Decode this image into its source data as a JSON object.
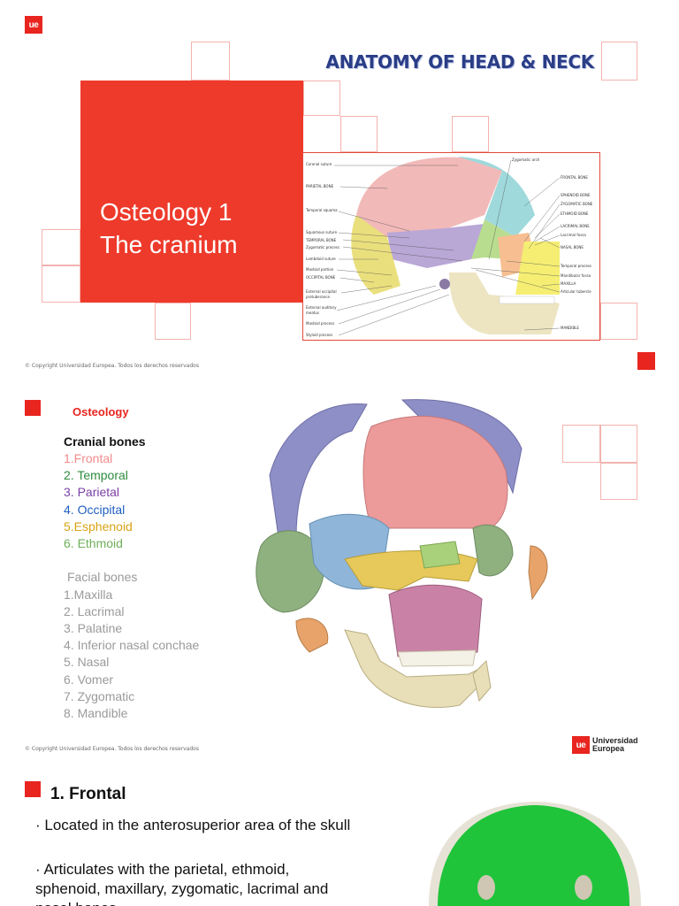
{
  "slide1": {
    "logo_text": "ue",
    "course_title": "ANATOMY OF HEAD & NECK",
    "title_line1": "Osteology 1",
    "title_line2": "The cranium",
    "skull_labels_left": [
      "Coronal suture",
      "PARIETAL BONE",
      "Temporal squama",
      "Squamous suture",
      "TEMPORAL BONE",
      "Zygomatic process",
      "Lambdoid suture",
      "Mastoid portion",
      "OCCIPITAL BONE",
      "External occipital",
      "protuberance",
      "External auditory",
      "meatus",
      "Mastoid process",
      "Styloid process"
    ],
    "skull_labels_right": [
      "Zygomatic arch",
      "FRONTAL BONE",
      "SPHENOID BONE",
      "ZYGOMATIC BONE",
      "ETHMOID BONE",
      "LACRIMAL BONE",
      "Lacrimal fossa",
      "NASAL BONE",
      "Temporal process",
      "Mandibular fossa",
      "MAXILLA",
      "Articular tubercle",
      "MANDIBLE"
    ],
    "copyright": "© Copyright Universidad Europea. Todos los derechos reservados"
  },
  "slide2": {
    "heading": "Osteology",
    "cranial_title": "Cranial bones",
    "cranial_items": [
      {
        "text": "1.Frontal",
        "color": "#f08a8a"
      },
      {
        "text": "2. Temporal",
        "color": "#2e8b3e"
      },
      {
        "text": "3. Parietal",
        "color": "#7b3fa8"
      },
      {
        "text": "4. Occipital",
        "color": "#1f5fc0"
      },
      {
        "text": "5.Esphenoid",
        "color": "#d7a315"
      },
      {
        "text": "6. Ethmoid",
        "color": "#6faf5a"
      }
    ],
    "facial_title": "Facial bones",
    "facial_items": [
      "1.Maxilla",
      "2. Lacrimal",
      "3. Palatine",
      "4. Inferior nasal conchae",
      "5. Nasal",
      "6. Vomer",
      "7. Zygomatic",
      "8. Mandible"
    ],
    "copyright": "© Copyright Universidad Europea. Todos los derechos reservados",
    "brand_line1": "Universidad",
    "brand_line2": "Europea",
    "logo_text": "ue"
  },
  "slide3": {
    "heading": "1. Frontal",
    "bullets": [
      "· Located in the anterosuperior area of the skull",
      "· Articulates with the parietal, ethmoid, sphenoid, maxillary, zygomatic, lacrimal and nasal bones"
    ]
  },
  "colors": {
    "brand_red": "#e8251f",
    "panel_red": "#ee3a2b",
    "title_blue": "#2a3d86"
  }
}
